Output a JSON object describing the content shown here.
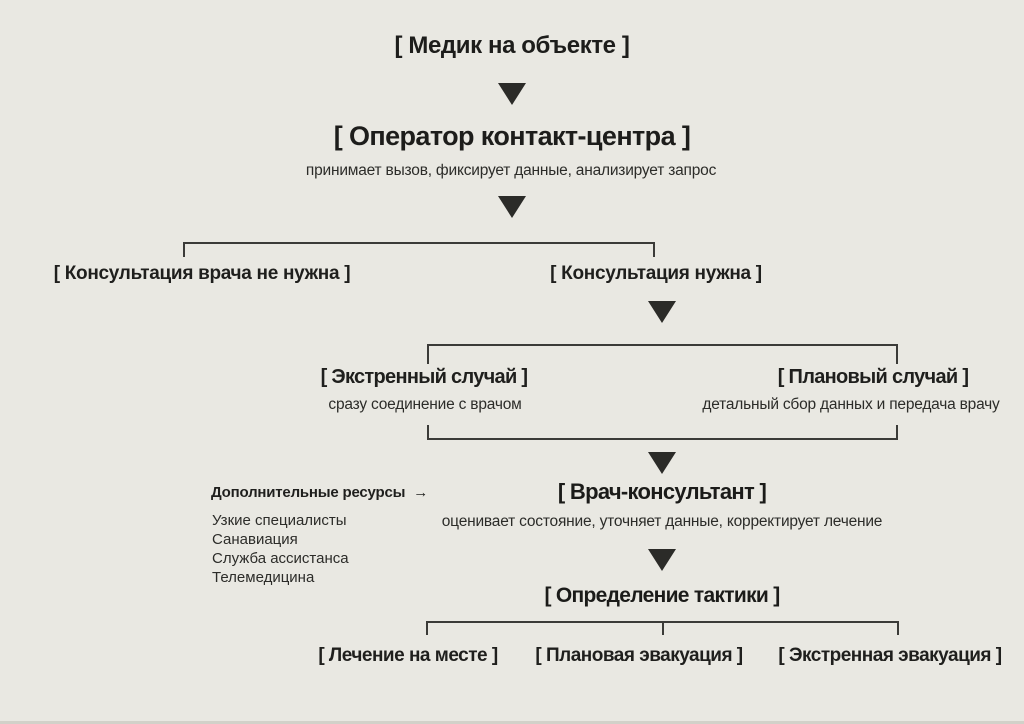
{
  "page": {
    "background": "#e9e8e2",
    "line_color": "#3b3b38",
    "text_color": "#1f1f1d"
  },
  "flow": {
    "medic": {
      "label": "[ Медик на объекте ]"
    },
    "operator": {
      "label": "[ Оператор контакт-центра ]",
      "subtitle": "принимает вызов, фиксирует данные, анализирует запрос"
    },
    "consult_branch": {
      "not_needed_label": "[ Консультация врача не нужна ]",
      "needed_label": "[ Консультация нужна ]"
    },
    "case_branch": {
      "emergency": {
        "label": "[ Экстренный случай ]",
        "subtitle": "сразу соединение с врачом"
      },
      "planned": {
        "label": "[ Плановый случай ]",
        "subtitle": "детальный сбор данных и передача врачу"
      }
    },
    "doctor": {
      "label": "[ Врач-консультант ]",
      "subtitle": "оценивает состояние, уточняет данные, корректирует лечение"
    },
    "resources": {
      "title": "Дополнительные ресурсы",
      "arrow": "→",
      "items": [
        "Узкие специалисты",
        "Санавиация",
        "Служба ассистанса",
        "Телемедицина"
      ]
    },
    "tactics": {
      "label": "[ Определение тактики ]"
    },
    "outcomes": {
      "on_site": "[ Лечение на месте ]",
      "planned_evac": "[ Плановая эвакуация ]",
      "emergency_evac": "[ Экстренная эвакуация ]"
    }
  }
}
